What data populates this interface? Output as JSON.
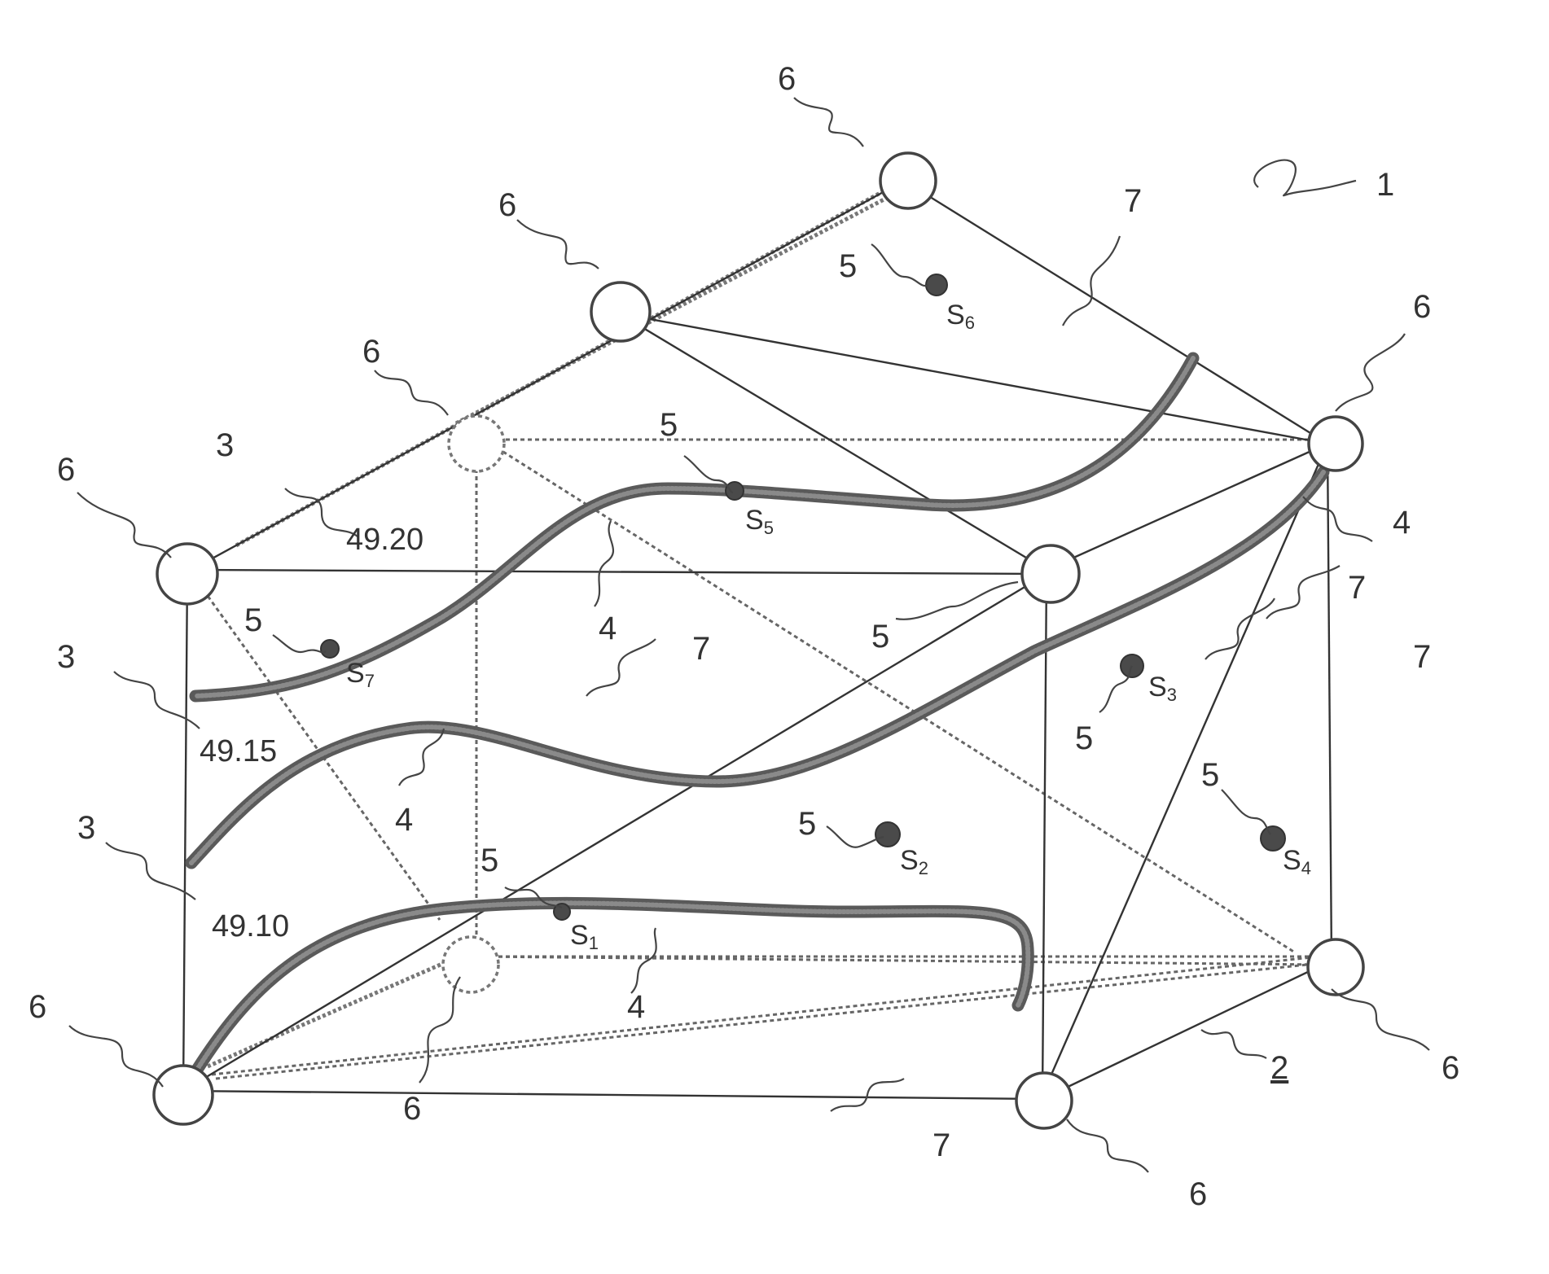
{
  "figure": {
    "ref_numeral": "1",
    "surface_numeral": "2"
  },
  "contour_labels": [
    "49.20",
    "49.15",
    "49.10"
  ],
  "reference_numerals": {
    "contour_line": "3",
    "isoline": "4",
    "sample_point": "5",
    "node": "6",
    "face": "7"
  },
  "samples": [
    {
      "id": "S1",
      "letter": "S",
      "sub": "1"
    },
    {
      "id": "S2",
      "letter": "S",
      "sub": "2"
    },
    {
      "id": "S3",
      "letter": "S",
      "sub": "3"
    },
    {
      "id": "S4",
      "letter": "S",
      "sub": "4"
    },
    {
      "id": "S5",
      "letter": "S",
      "sub": "5"
    },
    {
      "id": "S6",
      "letter": "S",
      "sub": "6"
    },
    {
      "id": "S7",
      "letter": "S",
      "sub": "7"
    }
  ]
}
